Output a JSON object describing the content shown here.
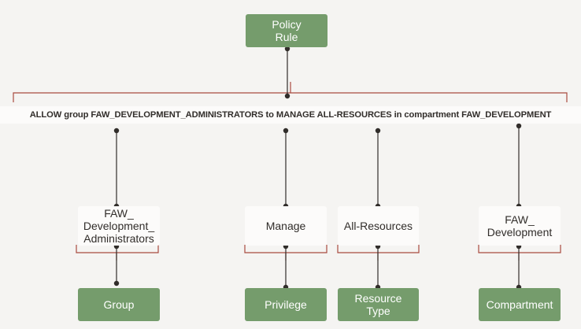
{
  "diagram": {
    "root": {
      "label": "Policy\nRule"
    },
    "statement": "ALLOW group FAW_DEVELOPMENT_ADMINISTRATORS to MANAGE ALL-RESOURCES in compartment FAW_DEVELOPMENT",
    "parts": [
      {
        "value": "FAW_\nDevelopment_\nAdministrators",
        "category": "Group"
      },
      {
        "value": "Manage",
        "category": "Privilege"
      },
      {
        "value": "All-Resources",
        "category": "Resource\nType"
      },
      {
        "value": "FAW_\nDevelopment",
        "category": "Compartment"
      }
    ],
    "colors": {
      "green_box": "#759c6c",
      "bracket": "#a94a40",
      "connector": "#312d2a"
    }
  }
}
